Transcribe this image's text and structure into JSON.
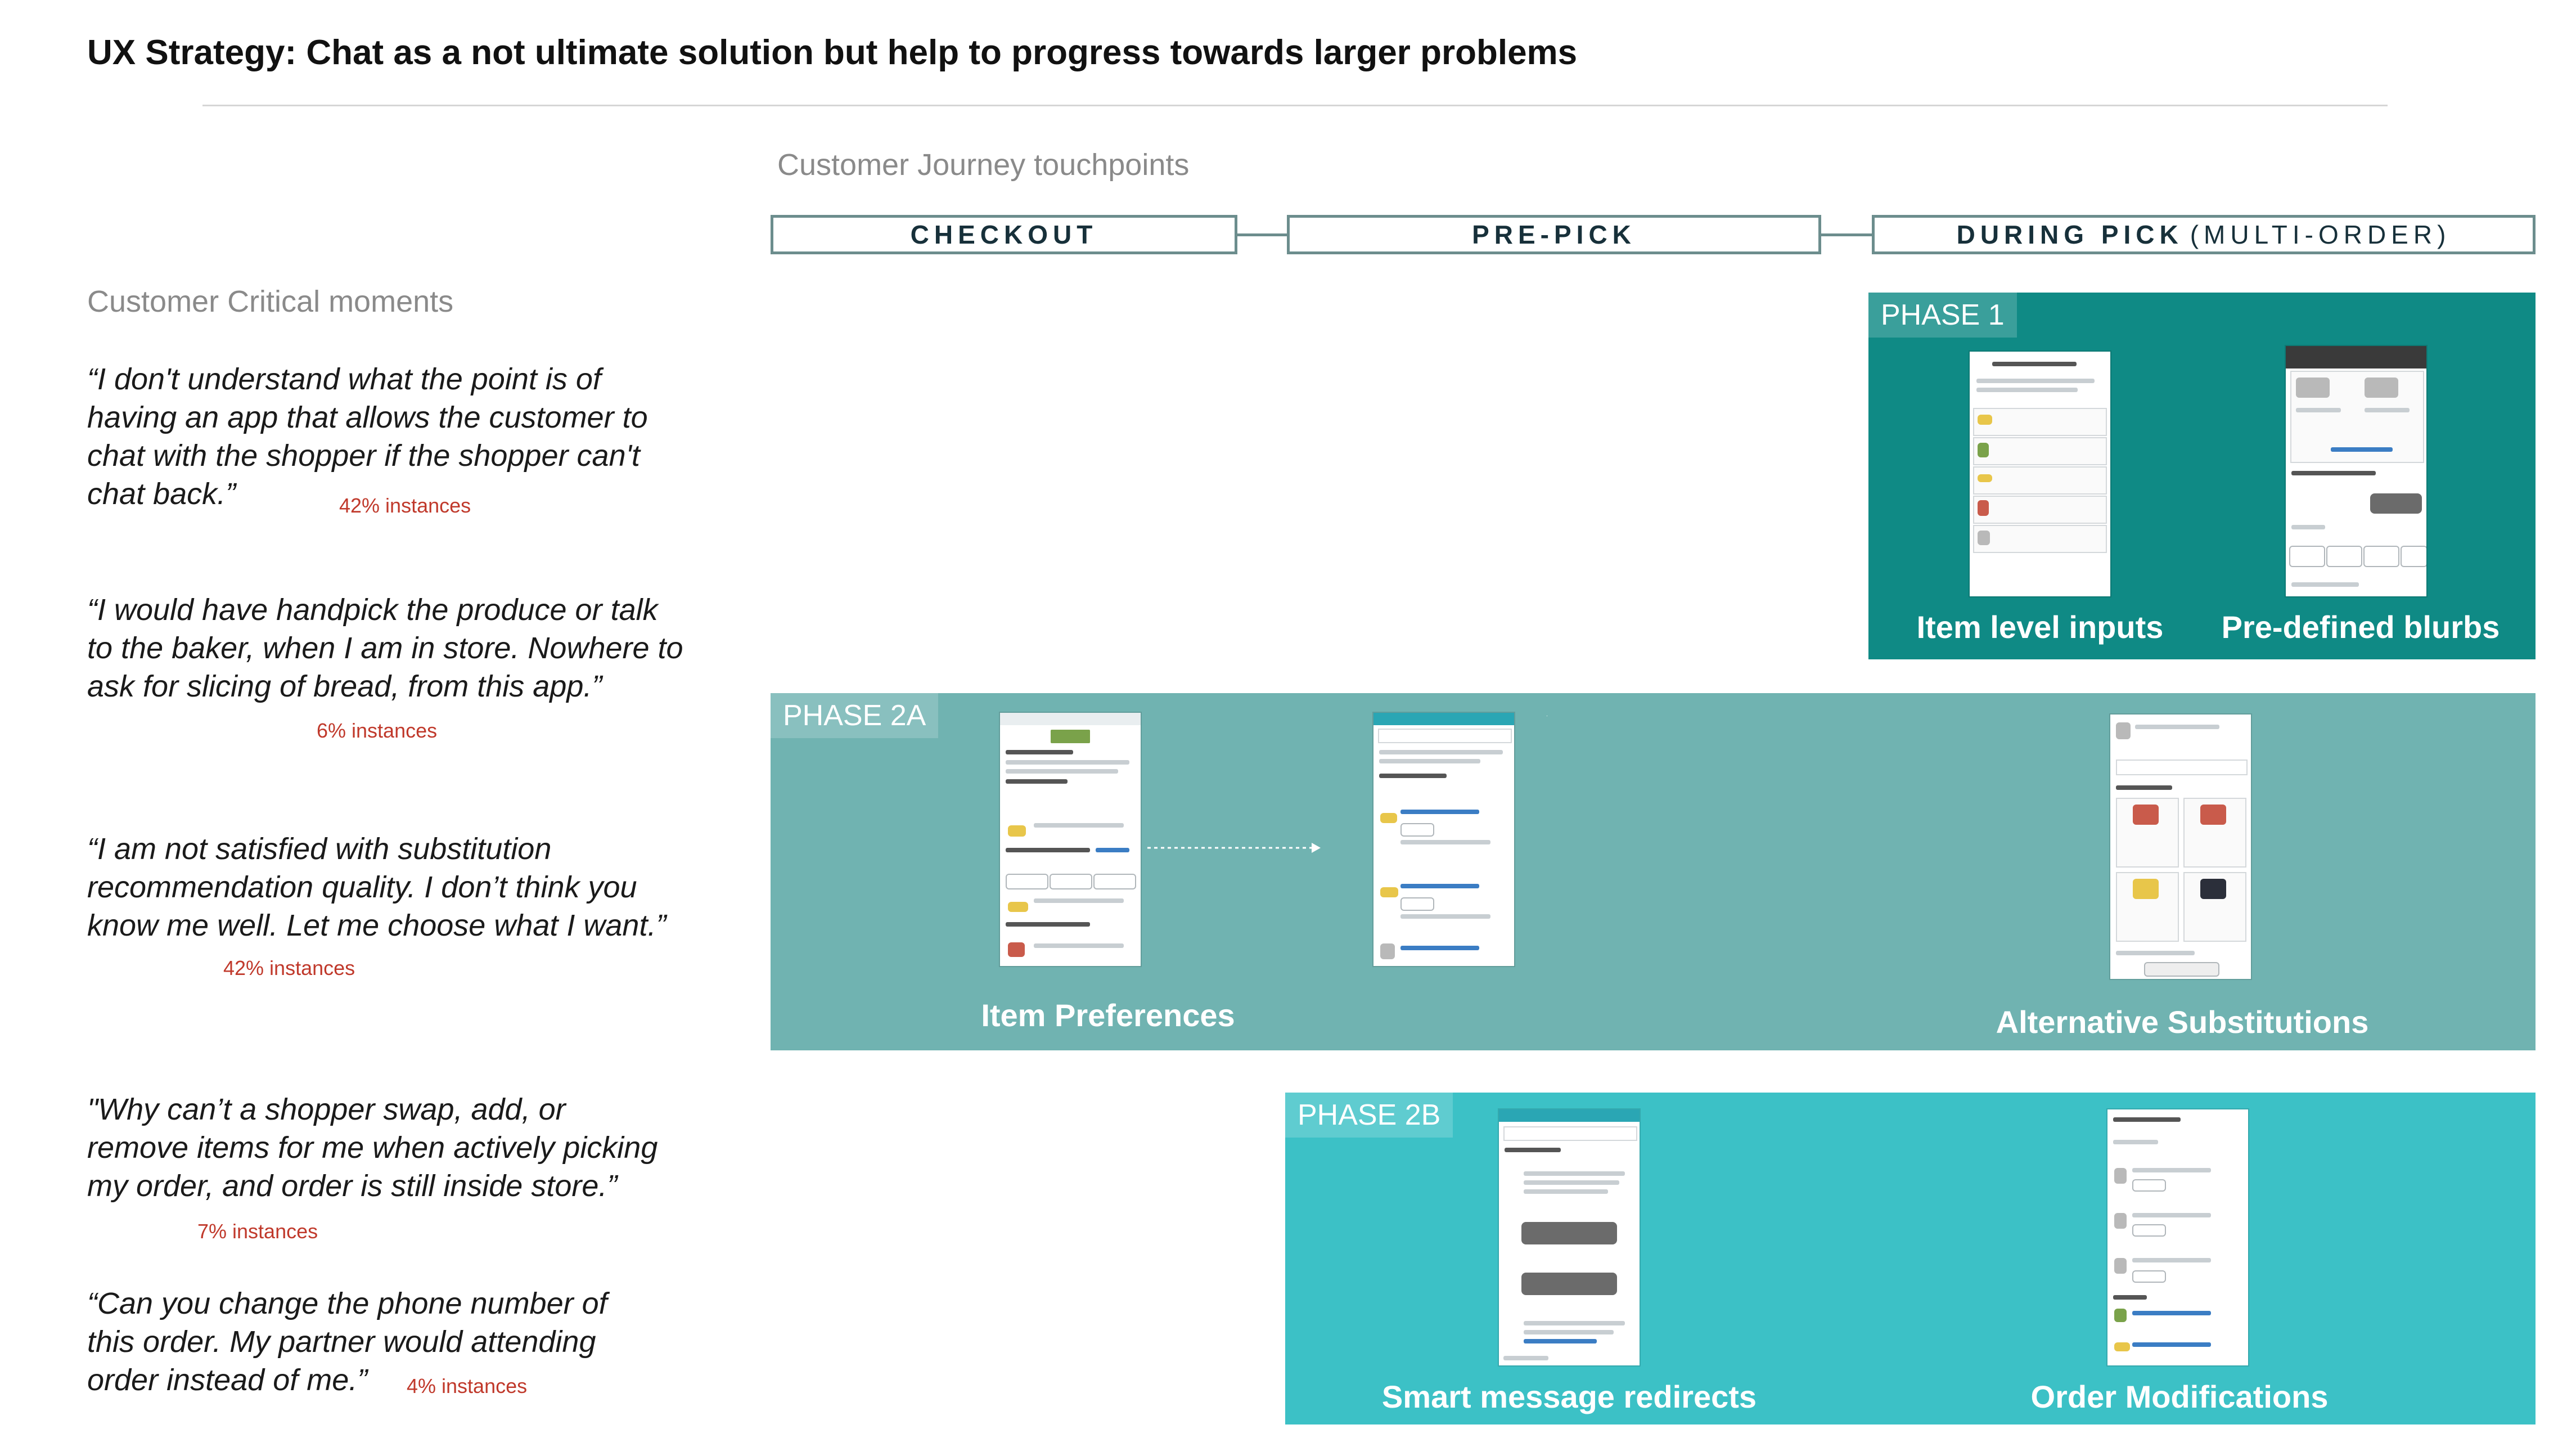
{
  "title": "UX Strategy: Chat as a not ultimate solution but help to progress towards larger problems",
  "journey_label": "Customer Journey touchpoints",
  "moments_label": "Customer Critical moments",
  "stages": {
    "checkout": "CHECKOUT",
    "prepick": "PRE-PICK",
    "during_main": "DURING PICK",
    "during_sub": "(MULTI-ORDER)"
  },
  "quotes": [
    {
      "text": "“I don't understand what the point is of having an app that allows the customer to chat with the shopper if the shopper can't chat back.”",
      "instances": "42% instances"
    },
    {
      "text": "“I would have handpick the produce or talk to the baker, when I am in store. Nowhere to ask for slicing of bread, from this app.”",
      "instances": "6% instances"
    },
    {
      "text": "“I am not satisfied with substitution recommendation quality. I don’t think you know me well. Let me choose what I want.”",
      "instances": "42% instances"
    },
    {
      "text": "\"Why can’t a shopper swap, add, or remove items for me when actively picking my order, and order is still inside store.”",
      "instances": "7% instances"
    },
    {
      "text": "“Can you change the phone number of this order. My partner would attending order instead of me.”",
      "instances": "4% instances"
    }
  ],
  "phases": {
    "p1": {
      "tag": "PHASE 1",
      "captions": [
        "Item level inputs",
        "Pre-defined blurbs"
      ]
    },
    "p2a": {
      "tag": "PHASE 2A",
      "captions": [
        "Item Preferences",
        "Alternative Substitutions"
      ]
    },
    "p2b": {
      "tag": "PHASE 2B",
      "captions": [
        "Smart message redirects",
        "Order Modifications"
      ]
    }
  },
  "colors": {
    "phase1": "#0f8a85",
    "phase2a": "#70b3b1",
    "phase2b": "#3cc1c6",
    "stage_border": "#6c8d8d",
    "instances": "#c0392b"
  }
}
